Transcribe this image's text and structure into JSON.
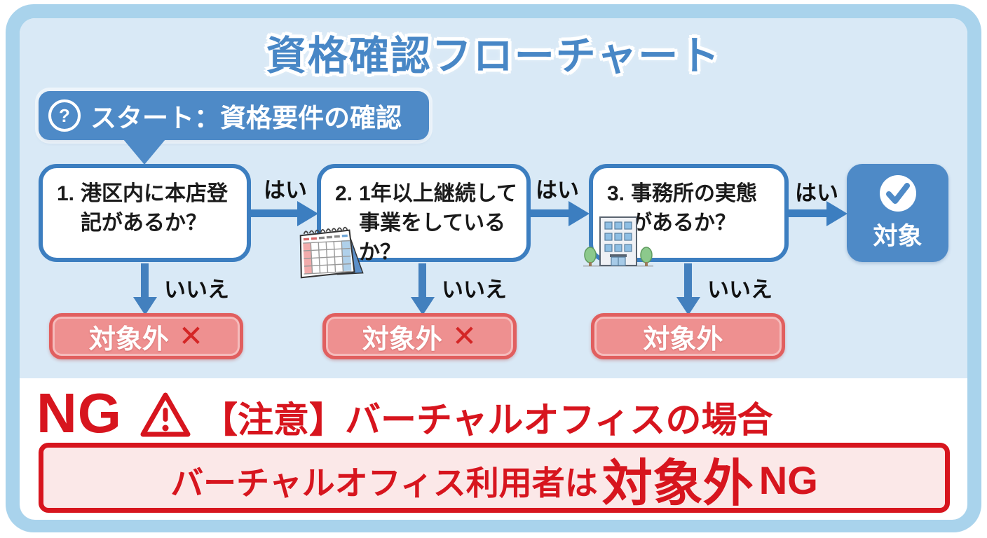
{
  "title": "資格確認フローチャート",
  "start": {
    "icon_glyph": "?",
    "label": "スタート：資格要件の確認"
  },
  "flow": {
    "yes_label": "はい",
    "no_label": "いいえ",
    "questions": [
      {
        "number": "1.",
        "text": "港区内に本店登記があるか？"
      },
      {
        "number": "2.",
        "text": "1年以上継続して事業をしているか？"
      },
      {
        "number": "3.",
        "text": "事務所の実態があるか？"
      }
    ],
    "target": {
      "label": "対象"
    },
    "reject_boxes": [
      {
        "label": "対象外",
        "mark": "✕"
      },
      {
        "label": "対象外",
        "mark": "✕"
      },
      {
        "label": "対象外",
        "mark": ""
      }
    ]
  },
  "warning": {
    "ng": "NG",
    "heading": "【注意】バーチャルオフィスの場合",
    "body_prefix": "バーチャルオフィス利用者は",
    "body_emphasis": "対象外",
    "body_suffix": "NG"
  },
  "colors": {
    "blue_accent": "#4E8AC7",
    "box_border_blue": "#3C7EC0",
    "light_blue_bg": "#D9E9F6",
    "frame_blue": "#A9D3EC",
    "red": "#D7151E",
    "reject_fill": "#EE9090",
    "reject_border": "#E15F5F"
  }
}
